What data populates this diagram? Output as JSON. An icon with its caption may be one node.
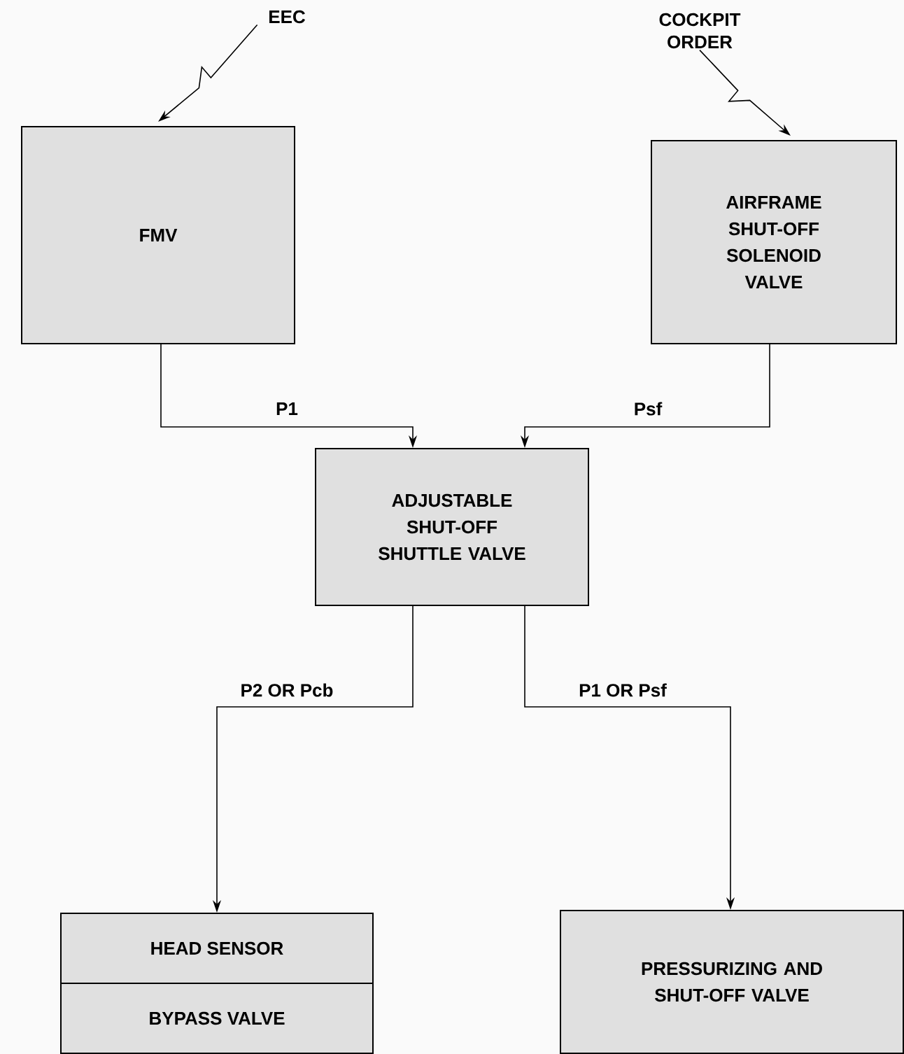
{
  "diagram": {
    "nodes": [
      {
        "text": [
          "EEC"
        ]
      },
      {
        "text": [
          "COCKPIT ORDER"
        ]
      },
      {
        "text": [
          "FMV"
        ]
      },
      {
        "text": [
          "AIRFRAME SHUT-OFF SOLENOID VALVE"
        ]
      },
      {
        "text": [
          "ADJUSTABLE SHUT-OFF SHUTTLE VALVE"
        ]
      },
      {
        "text": [
          "HEAD SENSOR",
          "BYPASS VALVE"
        ]
      },
      {
        "text": [
          "PRESSURIZING AND SHUT-OFF VALVE"
        ]
      }
    ],
    "edges": [
      {
        "from": 0,
        "to": 2,
        "arrow": "to"
      },
      {
        "from": 1,
        "to": 3,
        "arrow": "to"
      },
      {
        "from": 2,
        "to": 4,
        "arrow": "to",
        "label": "P1"
      },
      {
        "from": 3,
        "to": 4,
        "arrow": "to",
        "label": "Psf"
      },
      {
        "from": 4,
        "to": 5,
        "arrow": "to",
        "label": "P2 OR Pcb"
      },
      {
        "from": 4,
        "to": 6,
        "arrow": "to",
        "label": "P1 OR Psf"
      }
    ]
  }
}
